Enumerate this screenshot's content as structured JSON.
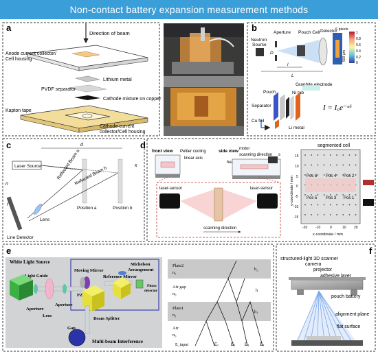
{
  "title": "Non-contact battery expansion measurement methods",
  "panels": {
    "a": {
      "letter": "a",
      "beam": "Direction of beam",
      "anode": "Anode current collector/",
      "anode2": "Cell housing",
      "lithium": "Lithium metal",
      "pvdf": "PVDF separator",
      "cathode_mix": "Cathode mixture on copper",
      "kapton": "Kapton tape",
      "cathode_cc": "Cathode current",
      "cathode_cc2": "collector/Cell housing"
    },
    "b": {
      "letter": "b",
      "neutron": "Neutron",
      "source": "Source",
      "aperture": "Aperture",
      "pouch": "Pouch Cell",
      "detector": "Detector",
      "pixels": "6 pixels",
      "um": "500 μm",
      "graphite": "Graphite electrode",
      "pouch2": "Pouch",
      "ni_tab": "Ni tab",
      "separator": "Separator",
      "cu_foil": "Cu foil",
      "li_metal": "Li metal",
      "formula": "I = I₀e⁻ᵘᵟ",
      "d": "D",
      "l": "l",
      "L": "L",
      "scale": [
        "1",
        "0.8",
        "0.6",
        "0.4",
        "0.2",
        "0"
      ]
    },
    "c": {
      "letter": "c",
      "laser": "Laser Source",
      "d": "d",
      "rb_a": "Reflected Beam a",
      "rb_b": "Reflected Beam b",
      "lens": "Lens",
      "pos_a": "Position a",
      "pos_b": "Position b",
      "line_det": "Line Detector",
      "x": "x",
      "n": "n",
      "f": "f"
    },
    "d": {
      "letter": "d",
      "front": "front view",
      "peltier": "Peltier cooling",
      "linear": "linear axis",
      "side": "side view",
      "motor": "motor",
      "scan_dir": "scanning direction",
      "s": "s",
      "heater": "heater",
      "laser1": "laser-sensor",
      "laser2": "laser-sensor",
      "scan_dir2": "scanning direction",
      "seg": "segmented cell",
      "ycoord": "y-coordinate / mm",
      "xcoord": "x-coordinate / mm",
      "pos": [
        "Pos 6",
        "Pos 4",
        "Pos 2",
        "Pos 5",
        "Pos 3",
        "Pos 1"
      ],
      "yticks": [
        "15",
        "10",
        "5",
        "0",
        "-5",
        "-10",
        "-15"
      ],
      "xticks": [
        "-20",
        "-10",
        "0",
        "10",
        "20"
      ]
    },
    "e": {
      "letter": "e",
      "white": "White Light Source",
      "guide": "Light Guide",
      "aperture1": "Aperture",
      "lens": "Lens",
      "aperture2": "Aperture",
      "gap": "Gap",
      "moving": "Moving Mirror",
      "pzt": "PZT",
      "ref": "Reference Mirror",
      "michelson": "Michelson",
      "arrangement": "Arrangement",
      "photo": "Photo",
      "detector": "detector",
      "splitter": "Beam Splitter",
      "multi": "Multi-beam Interference",
      "plate2": "Plate2",
      "n2": "n₂",
      "airgap": "Air gap",
      "n0a": "n₀",
      "plate1": "Plate1",
      "n1": "n₁",
      "air": "Air",
      "n0b": "n₀",
      "einput": "E_input",
      "h": "h",
      "h1": "h₁",
      "h2": "h₂",
      "e_labels": [
        "E₁",
        "E₂",
        "E₃",
        "E₄"
      ]
    },
    "f": {
      "letter": "f",
      "scanner": "structured-light 3D scanner",
      "camera": "camera",
      "projector": "projector",
      "adhesive": "adhesive layer",
      "pouch": "pouch battery",
      "align": "alignment plane",
      "flat": "flat surface"
    }
  },
  "colors": {
    "banner": "#3a9ed8",
    "dashed": "#333333",
    "kapton": "#f2dd9a",
    "amber": "#e4a040",
    "pink": "#f1c8c8",
    "blue": "#3b55c8",
    "green": "#3cb043",
    "yellow": "#e8e03a",
    "scan_blue": "#7aa6e8"
  }
}
